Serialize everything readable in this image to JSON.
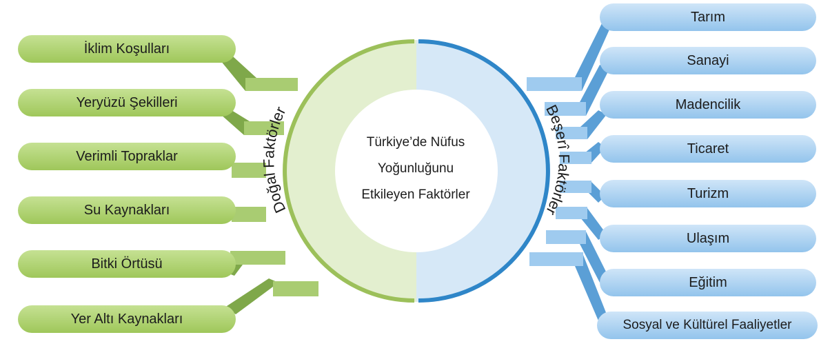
{
  "center": {
    "line1": "Türkiye’de Nüfus",
    "line2": "Yoğunluğunu",
    "line3": "Etkileyen Faktörler"
  },
  "left_group": {
    "title": "Doğal Faktörler",
    "color": "#9cc05a",
    "items": [
      "İklim Koşulları",
      "Yeryüzü Şekilleri",
      "Verimli Topraklar",
      "Su Kaynakları",
      "Bitki Örtüsü",
      "Yer Altı Kaynakları"
    ]
  },
  "right_group": {
    "title": "Beşerî Faktörler",
    "color": "#2f86c8",
    "items": [
      "Tarım",
      "Sanayi",
      "Madencilik",
      "Ticaret",
      "Turizm",
      "Ulaşım",
      "Eğitim",
      "Sosyal ve Kültürel Faaliyetler"
    ]
  }
}
